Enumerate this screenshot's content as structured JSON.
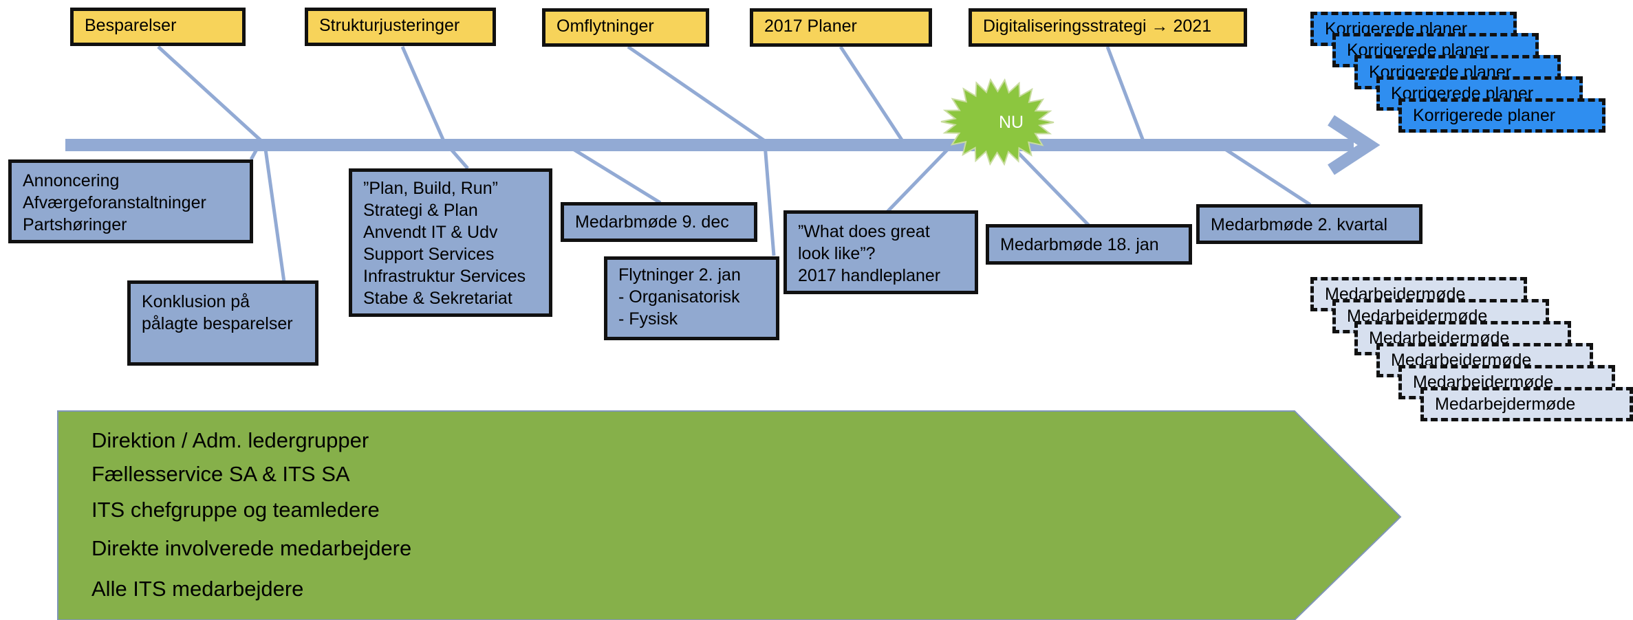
{
  "top_labels": [
    "Besparelser",
    "Strukturjusteringer",
    "Omflytninger",
    "2017 Planer",
    "Digitaliseringsstrategi → 2021"
  ],
  "box_annoncering": [
    "Annoncering",
    "Afværgeforanstaltninger",
    "Partshøringer"
  ],
  "box_konklusion": [
    "Konklusion på",
    "pålagte besparelser"
  ],
  "box_plan": [
    "”Plan, Build, Run”",
    "Strategi & Plan",
    "Anvendt IT & Udv",
    "Support Services",
    "Infrastruktur Services",
    "Stabe & Sekretariat"
  ],
  "box_medarb_dec": "Medarbmøde 9. dec",
  "box_flytninger": [
    "Flytninger 2. jan",
    " - Organisatorisk",
    " - Fysisk"
  ],
  "box_great": [
    "”What does great",
    "look like”?",
    "2017 handleplaner"
  ],
  "box_medarb_jan": "Medarbmøde 18. jan",
  "box_medarb_kvartal": "Medarbmøde 2. kvartal",
  "now_label": "NU",
  "plans_stack": [
    "Korrigerede planer",
    "Korrigerede planer",
    "Korrigerede planer",
    "Korrigerede planer",
    "Korrigerede planer"
  ],
  "meetings_stack": [
    "Medarbejdermøde",
    "Medarbejdermøde",
    "Medarbejdermøde",
    "Medarbejdermøde",
    "Medarbejdermøde",
    "Medarbejdermøde"
  ],
  "stakeholders": [
    "Direktion / Adm. ledergrupper",
    "Fællesservice SA & ITS SA",
    "ITS chefgruppe og teamledere",
    "Direkte involverede medarbejdere",
    "Alle ITS medarbejdere"
  ],
  "colors": {
    "timeline": "#92aad4",
    "yellow": "#f7d35a",
    "box_blue": "#91a9d0",
    "plan_blue": "#2f8ef0",
    "meeting_gray": "#d7e0ef",
    "green_arrow": "#86b04a",
    "burst": "#8cc63f"
  }
}
